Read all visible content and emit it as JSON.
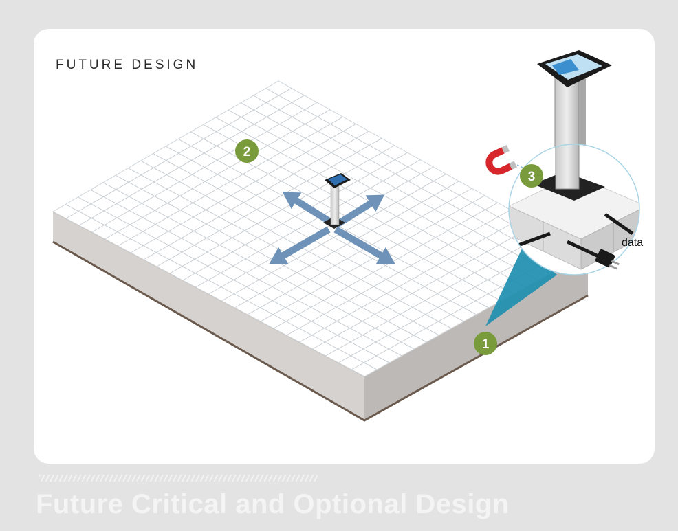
{
  "card": {
    "title": "FUTURE DESIGN"
  },
  "footer": {
    "title": "Future Critical and Optional Design"
  },
  "markers": [
    {
      "id": "1",
      "label": "1"
    },
    {
      "id": "2",
      "label": "2"
    },
    {
      "id": "3",
      "label": "3"
    }
  ],
  "callout": {
    "cable_label": "data"
  },
  "colors": {
    "background": "#e3e3e3",
    "card": "#ffffff",
    "marker_green": "#7a9b3c",
    "arrow_blue": "#6f93b8",
    "callout_teal": "#1e8fb0"
  },
  "icons": [
    "kiosk-tablet-stand",
    "move-arrows-icon",
    "magnet-icon",
    "power-plug-icon"
  ]
}
